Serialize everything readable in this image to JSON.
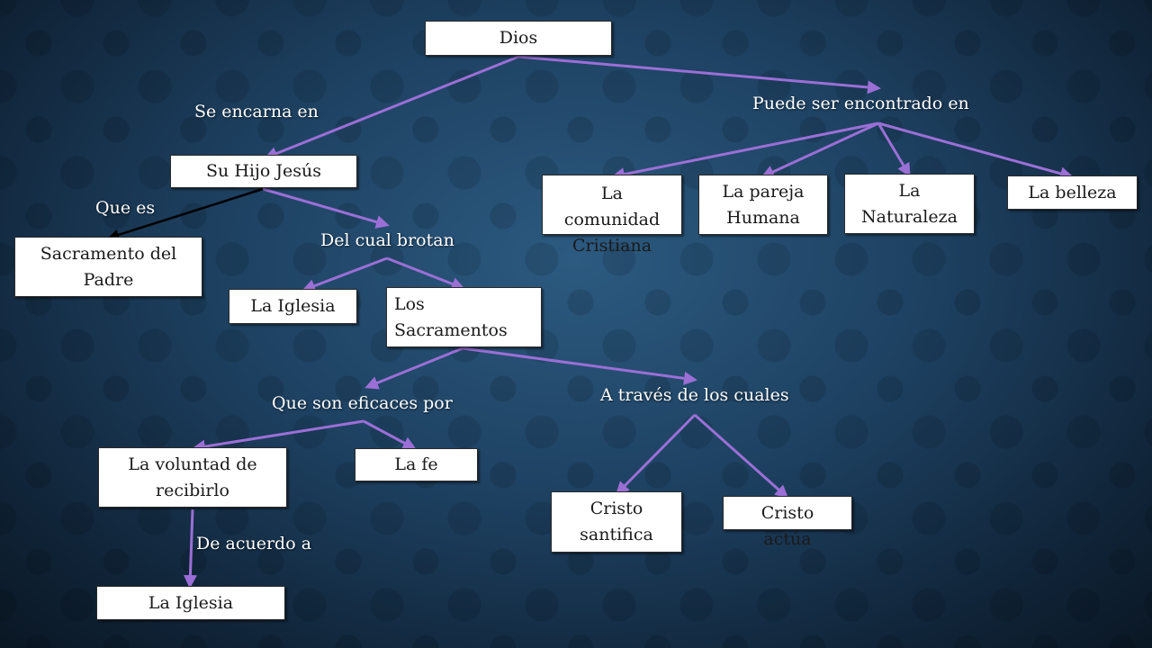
{
  "nodes": {
    "dios": "Dios",
    "su_hijo_jesus": "Su Hijo Jesús",
    "sacramento_del_padre": "Sacramento del Padre",
    "la_iglesia_1": "La Iglesia",
    "los_sacramentos": "Los Sacramentos",
    "la_comunidad_cristiana": "La comunidad Cristiana",
    "la_pareja_humana": "La pareja Humana",
    "la_naturaleza": "La Naturaleza",
    "la_belleza": "La belleza",
    "la_voluntad": "La voluntad de recibirlo",
    "la_fe": "La fe",
    "la_iglesia_2": "La Iglesia",
    "cristo_santifica": "Cristo santifica",
    "cristo_actua": "Cristo actúa"
  },
  "labels": {
    "se_encarna_en": "Se encarna en",
    "puede_ser_encontrado_en": "Puede ser encontrado en",
    "que_es": "Que es",
    "del_cual_brotan": "Del cual brotan",
    "que_son_eficaces_por": "Que son eficaces por",
    "a_traves_de_los_cuales": "A través de los cuales",
    "de_acuerdo_a": "De acuerdo a"
  },
  "colors": {
    "connector": "#9b6fd6",
    "connector_black": "#000000",
    "box_fill": "#ffffff",
    "label_text": "#ffffff"
  }
}
